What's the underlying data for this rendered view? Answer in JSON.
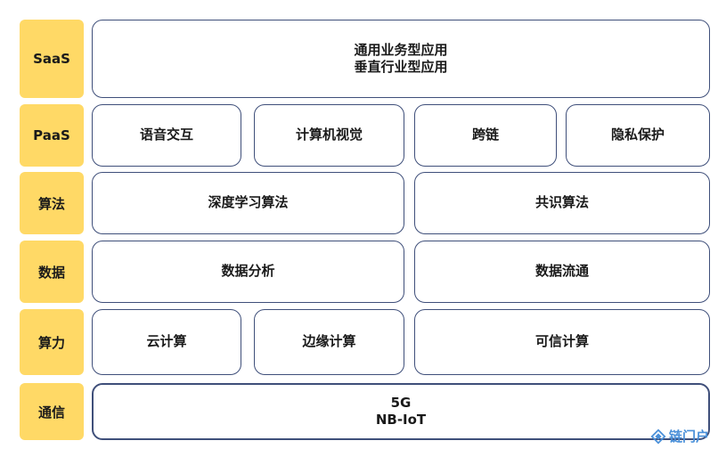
{
  "layers": {
    "saas": "SaaS",
    "paas": "PaaS",
    "algorithm": "算法",
    "data": "数据",
    "compute": "算力",
    "communication": "通信"
  },
  "saas": {
    "line1": "通用业务型应用",
    "line2": "垂直行业型应用"
  },
  "paas": {
    "voice": "语音交互",
    "vision": "计算机视觉",
    "cross_chain": "跨链",
    "privacy": "隐私保护"
  },
  "algorithm": {
    "deep_learning": "深度学习算法",
    "consensus": "共识算法"
  },
  "data": {
    "analysis": "数据分析",
    "flow": "数据流通"
  },
  "compute": {
    "cloud": "云计算",
    "edge": "边缘计算",
    "trusted": "可信计算"
  },
  "communication": {
    "line1": "5G",
    "line2": "NB-IoT"
  },
  "watermark": {
    "text": "链门户",
    "color": "#4a90d9"
  }
}
